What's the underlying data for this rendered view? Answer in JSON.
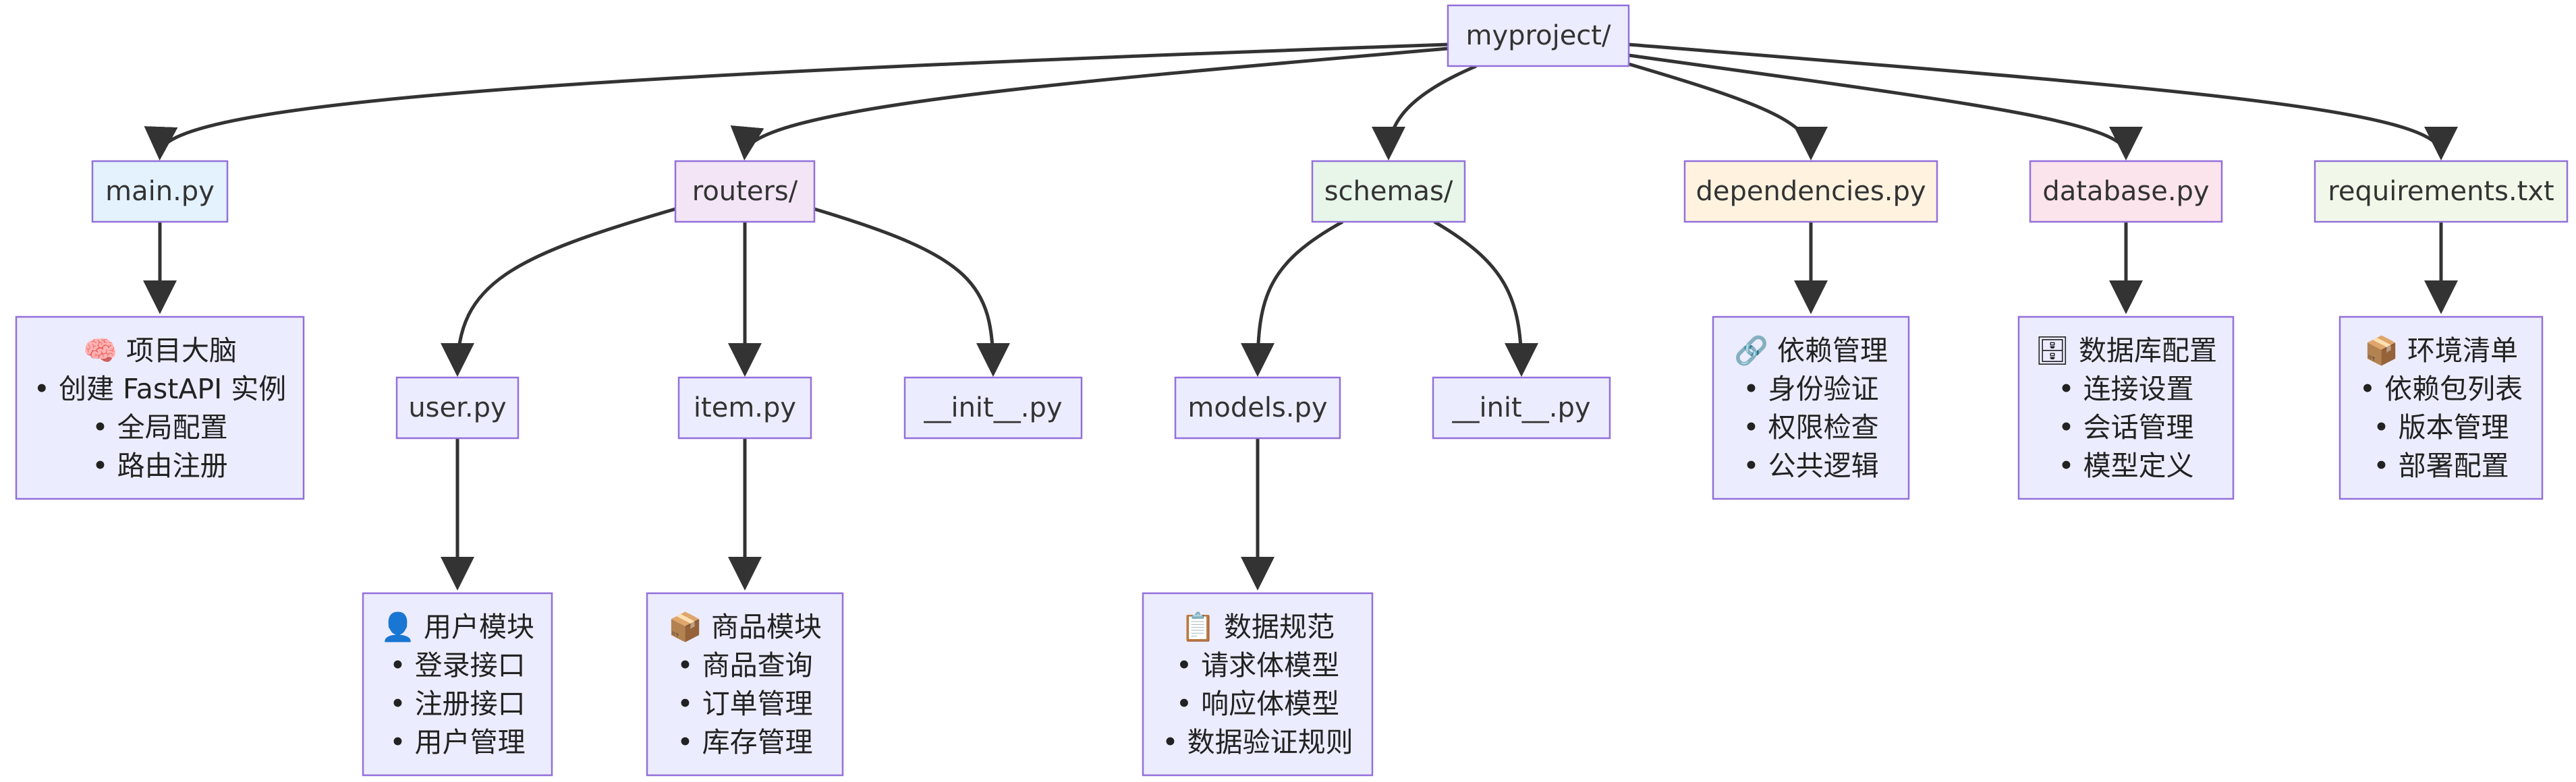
{
  "colors": {
    "root_fill": "#ECECFF",
    "root_stroke": "#9370DB",
    "edge": "#333333",
    "main_fill": "#E3F2FD",
    "routers_fill": "#F3E5F5",
    "schemas_fill": "#E8F5E9",
    "dependencies_fill": "#FFF3E0",
    "database_fill": "#FCE4EC",
    "requirements_fill": "#F1F8E9",
    "leaf_fill": "#ECECFF",
    "leaf_stroke": "#9370DB"
  },
  "nodes": {
    "root": {
      "label": "myproject/"
    },
    "main": {
      "label": "main.py"
    },
    "routers": {
      "label": "routers/"
    },
    "schemas": {
      "label": "schemas/"
    },
    "dependencies": {
      "label": "dependencies.py"
    },
    "database": {
      "label": "database.py"
    },
    "requirements": {
      "label": "requirements.txt"
    },
    "user": {
      "label": "user.py"
    },
    "item": {
      "label": "item.py"
    },
    "routers_init": {
      "label": "__init__.py"
    },
    "models": {
      "label": "models.py"
    },
    "schemas_init": {
      "label": "__init__.py"
    }
  },
  "notes": {
    "main_note": {
      "icon": "brain-icon",
      "lines": [
        "🧠 项目大脑",
        "• 创建 FastAPI 实例",
        "• 全局配置",
        "• 路由注册"
      ]
    },
    "user_note": {
      "icon": "user-icon",
      "lines": [
        "👤 用户模块",
        "• 登录接口",
        "• 注册接口",
        "• 用户管理"
      ]
    },
    "item_note": {
      "icon": "package-icon",
      "lines": [
        "📦 商品模块",
        "• 商品查询",
        "• 订单管理",
        "• 库存管理"
      ]
    },
    "models_note": {
      "icon": "clipboard-icon",
      "lines": [
        "📋 数据规范",
        "• 请求体模型",
        "• 响应体模型",
        "• 数据验证规则"
      ]
    },
    "dependencies_note": {
      "icon": "link-icon",
      "lines": [
        "🔗 依赖管理",
        "• 身份验证",
        "• 权限检查",
        "• 公共逻辑"
      ]
    },
    "database_note": {
      "icon": "database-icon",
      "lines": [
        "🗄 数据库配置",
        "• 连接设置",
        "• 会话管理",
        "• 模型定义"
      ]
    },
    "requirements_note": {
      "icon": "package-icon",
      "lines": [
        "📦 环境清单",
        "• 依赖包列表",
        "• 版本管理",
        "• 部署配置"
      ]
    }
  }
}
